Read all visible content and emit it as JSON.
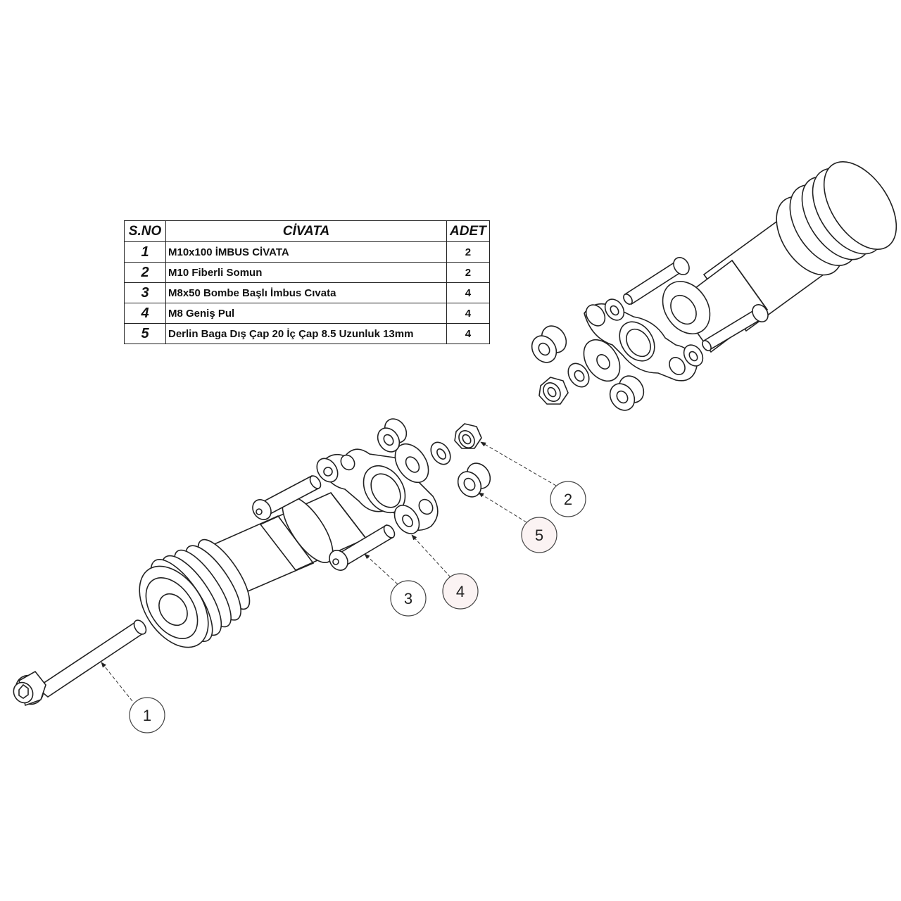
{
  "table": {
    "headers": [
      "S.NO",
      "CİVATA",
      "ADET"
    ],
    "rows": [
      {
        "no": "1",
        "name": "M10x100 İMBUS CİVATA",
        "qty": "2"
      },
      {
        "no": "2",
        "name": "M10 Fiberli Somun",
        "qty": "2"
      },
      {
        "no": "3",
        "name": "M8x50 Bombe Başlı İmbus Cıvata",
        "qty": "4"
      },
      {
        "no": "4",
        "name": "M8 Geniş Pul",
        "qty": "4"
      },
      {
        "no": "5",
        "name": "Derlin Baga Dış Çap 20 İç Çap 8.5 Uzunluk 13mm",
        "qty": "4"
      }
    ]
  },
  "balloons": [
    {
      "label": "1"
    },
    {
      "label": "2"
    },
    {
      "label": "3"
    },
    {
      "label": "4"
    },
    {
      "label": "5"
    }
  ],
  "colors": {
    "line": "#222222",
    "balloon_fill_highlight": "#fbf3f3"
  }
}
